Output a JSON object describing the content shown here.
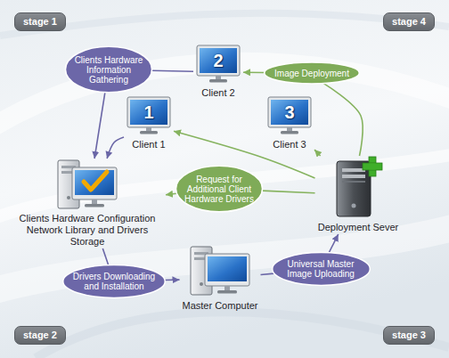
{
  "diagram": {
    "nodes": [
      {
        "text": [
          "stage 1"
        ]
      },
      {
        "text": [
          "stage 4"
        ]
      },
      {
        "text": [
          "Clients Hardware Information Gathering"
        ]
      },
      {
        "text": [
          "2",
          "Client 2"
        ]
      },
      {
        "text": [
          "Image Deployment"
        ]
      },
      {
        "text": [
          "1",
          "Client 1"
        ]
      },
      {
        "text": [
          "3",
          "Client 3"
        ]
      },
      {
        "text": [
          "Clients Hardware Configuration Network Library and Drivers Storage"
        ]
      },
      {
        "text": [
          "Request for Additional Client Hardware Drivers"
        ]
      },
      {
        "text": [
          "Deployment Sever"
        ]
      },
      {
        "text": [
          "Drivers Downloading and Installation"
        ]
      },
      {
        "text": [
          "Universal Master Image Uploading"
        ]
      },
      {
        "text": [
          "Master Computer"
        ]
      },
      {
        "text": [
          "stage 2"
        ]
      },
      {
        "text": [
          "stage 3"
        ]
      }
    ],
    "edges": [
      {
        "from": 3,
        "to": 2,
        "arrow": "none"
      },
      {
        "from": 2,
        "to": 7,
        "arrow": "to"
      },
      {
        "from": 5,
        "to": 7,
        "arrow": "to"
      },
      {
        "from": 9,
        "to": 6,
        "arrow": "to"
      },
      {
        "from": 9,
        "to": 4,
        "arrow": "none"
      },
      {
        "from": 4,
        "to": 3,
        "arrow": "to"
      },
      {
        "from": 9,
        "to": 5,
        "arrow": "to"
      },
      {
        "from": 9,
        "to": 8,
        "arrow": "none"
      },
      {
        "from": 8,
        "to": 7,
        "arrow": "to"
      },
      {
        "from": 7,
        "to": 10,
        "arrow": "none"
      },
      {
        "from": 10,
        "to": 12,
        "arrow": "to"
      },
      {
        "from": 12,
        "to": 11,
        "arrow": "none"
      },
      {
        "from": 11,
        "to": 9,
        "arrow": "to"
      }
    ]
  }
}
